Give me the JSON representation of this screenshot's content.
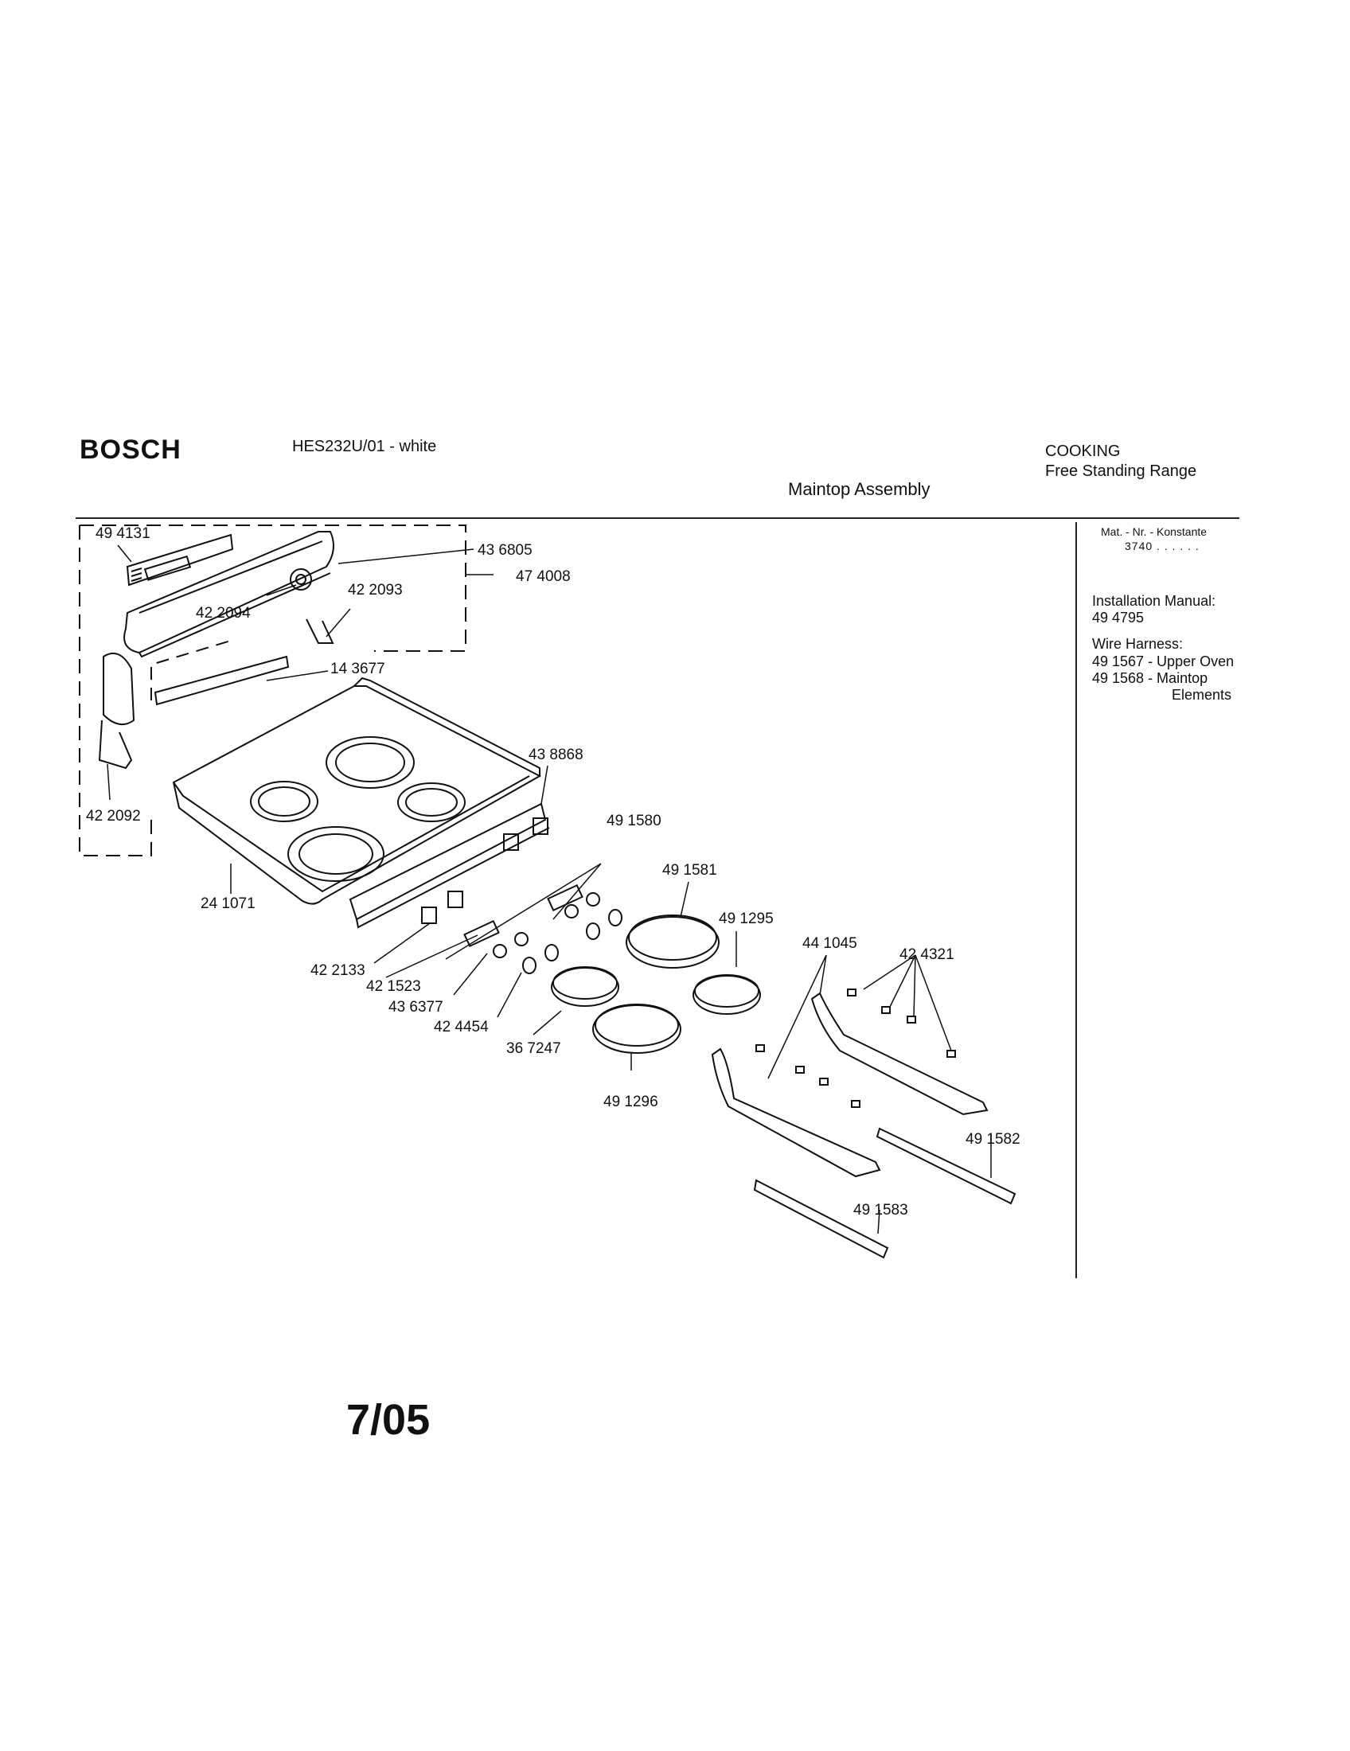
{
  "header": {
    "brand": "BOSCH",
    "model": "HES232U/01 -  white",
    "category": "COOKING",
    "subcategory": "Free Standing Range",
    "assembly_title": "Maintop Assembly"
  },
  "sidebar": {
    "mat_label": "Mat. - Nr. - Konstante",
    "mat_value": "3740 . .   . . . .",
    "installation_manual_label": "Installation Manual:",
    "installation_manual_value": "49 4795",
    "wire_harness_label": "Wire Harness:",
    "wire_harness_upper": "49 1567 - Upper Oven",
    "wire_harness_maintop": "49 1568 - Maintop",
    "wire_harness_maintop_cont": "Elements"
  },
  "parts": [
    "49 4131",
    "43 6805",
    "47 4008",
    "42 2094",
    "42 2093",
    "14 3677",
    "42 2092",
    "43 8868",
    "49 1580",
    "24 1071",
    "49 1581",
    "49 1295",
    "44 1045",
    "42 4321",
    "42 2133",
    "42 1523",
    "43 6377",
    "42 4454",
    "36 7247",
    "49 1296",
    "49 1582",
    "49 1583"
  ],
  "footer": {
    "date": "7/05"
  }
}
